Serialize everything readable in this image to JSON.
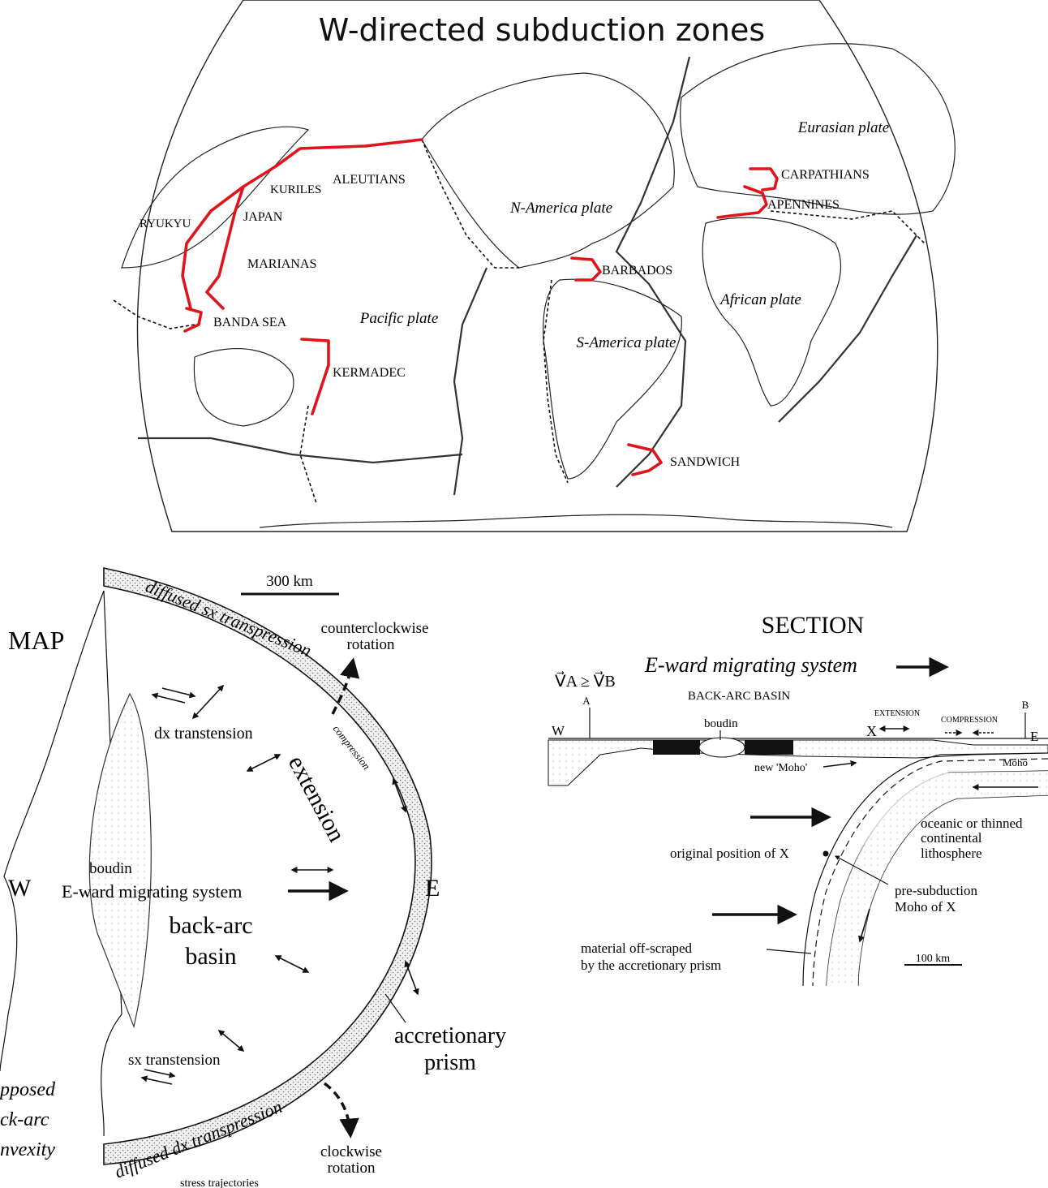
{
  "map": {
    "title": "W-directed subduction zones",
    "plates": {
      "eurasian": "Eurasian plate",
      "n_america": "N-America plate",
      "pacific": "Pacific plate",
      "african": "African plate",
      "s_america": "S-America plate"
    },
    "zones": {
      "carpathians": "CARPATHIANS",
      "apennines": "APENNINES",
      "aleutians": "ALEUTIANS",
      "kuriles": "KURILES",
      "japan": "JAPAN",
      "ryukyu": "RYUKYU",
      "marianas": "MARIANAS",
      "barbados": "BARBADOS",
      "banda_sea": "BANDA SEA",
      "kermadec": "KERMADEC",
      "sandwich": "SANDWICH"
    },
    "subduction_color": "#e0141b"
  },
  "map_panel": {
    "scale": "300 km",
    "title": "MAP",
    "diffused_sx": "diffused sx transpression",
    "ccw_1": "counterclockwise",
    "ccw_2": "rotation",
    "compression": "compression",
    "dx_transtension": "dx transtension",
    "extension": "extension",
    "boudin": "boudin",
    "w": "W",
    "e": "E",
    "migrating": "E-ward migrating system",
    "backarc_1": "back-arc",
    "backarc_2": "basin",
    "accretionary_1": "accretionary",
    "accretionary_2": "prism",
    "sx_transtension": "sx transtension",
    "opposed_1": "pposed",
    "opposed_2": "ck-arc",
    "opposed_3": "nvexity",
    "diffused_dx": "diffused dx transpression",
    "cw_1": "clockwise",
    "cw_2": "rotation",
    "stress": "stress trajectories"
  },
  "section": {
    "title": "SECTION",
    "subtitle": "E-ward migrating system",
    "velocity": "V⃗A ≥ V⃗B",
    "a": "A",
    "b": "B",
    "backarc": "BACK-ARC BASIN",
    "w": "W",
    "e": "E",
    "boudin": "boudin",
    "x": "X",
    "extension": "EXTENSION",
    "compression": "COMPRESSION",
    "new_moho": "new 'Moho'",
    "moho": "Moho",
    "oceanic_1": "oceanic or thinned",
    "oceanic_2": "continental",
    "oceanic_3": "lithosphere",
    "original": "original position of X",
    "presub_1": "pre-subduction",
    "presub_2": "Moho of X",
    "material_1": "material off-scraped",
    "material_2": "by the accretionary prism",
    "scale": "100 km"
  }
}
